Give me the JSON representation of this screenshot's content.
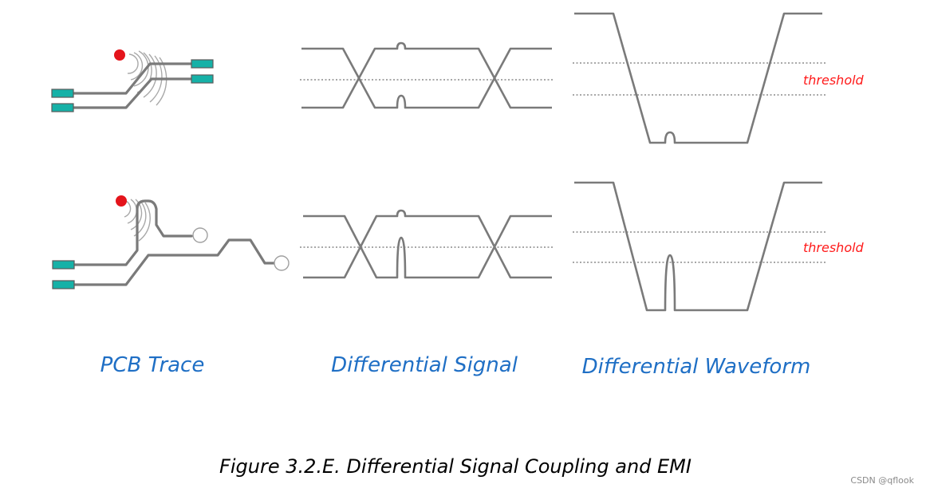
{
  "panels": {
    "pcb_trace": {
      "title": "PCB Trace"
    },
    "differential_signal": {
      "title": "Differential Signal"
    },
    "differential_waveform": {
      "title": "Differential Waveform",
      "threshold_label_top": "threshold",
      "threshold_label_bottom": "threshold"
    }
  },
  "caption": "Figure 3.2.E. Differential Signal Coupling and EMI",
  "watermark": "CSDN @qflook",
  "colors": {
    "title_blue": "#1f6fc5",
    "threshold_red": "#ff1a1a",
    "trace_gray": "#7a7a7a",
    "pad_teal": "#16b1a7",
    "emi_source_red": "#e4141b"
  },
  "icons": {
    "emi_source": "red-dot",
    "pads": "teal-rectangles",
    "vias": "circle"
  }
}
